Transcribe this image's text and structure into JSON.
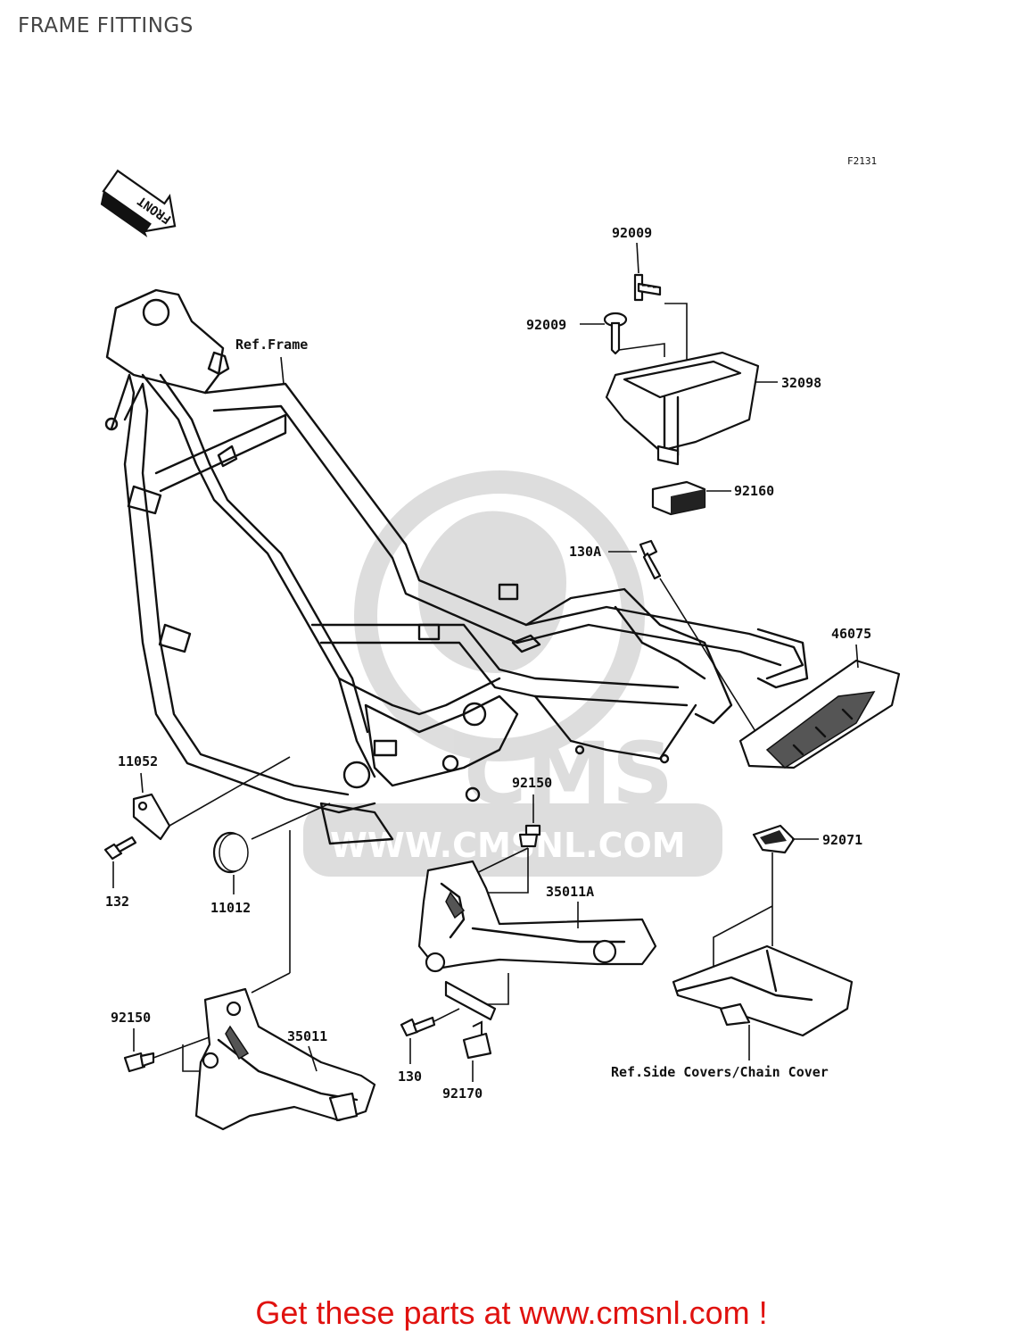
{
  "header": {
    "title": "FRAME FITTINGS"
  },
  "diagram": {
    "figure_code": "F2131",
    "direction_label": "FRONT",
    "watermark_text": "WWW.CMSNL.COM",
    "watermark_logo": "CMS",
    "references": {
      "frame": "Ref.Frame",
      "side_covers": "Ref.Side Covers/Chain Cover"
    },
    "part_numbers": {
      "p92009_a": "92009",
      "p92009_b": "92009",
      "p32098": "32098",
      "p92160": "92160",
      "p130A": "130A",
      "p46075": "46075",
      "p11052": "11052",
      "p92150_a": "92150",
      "p92071": "92071",
      "p35011A": "35011A",
      "p132": "132",
      "p11012": "11012",
      "p92150_b": "92150",
      "p35011": "35011",
      "p130": "130",
      "p92170": "92170"
    }
  },
  "footer": {
    "cta": "Get these parts at www.cmsnl.com !"
  },
  "colors": {
    "cta": "#e0120f",
    "title": "#444444",
    "ink": "#111111"
  }
}
